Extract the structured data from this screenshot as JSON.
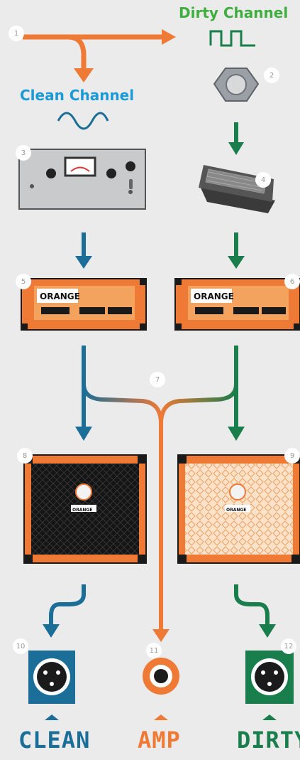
{
  "channels": {
    "dirty_title": "Dirty Channel",
    "clean_title": "Clean Channel"
  },
  "outputs": {
    "clean": "CLEAN",
    "amp": "AMP",
    "dirty": "DIRTY"
  },
  "brand": {
    "amp_logo": "ORANGE",
    "cab_logo": "ORANGE"
  },
  "badges": [
    "1",
    "2",
    "3",
    "4",
    "5",
    "6",
    "7",
    "8",
    "9",
    "10",
    "11",
    "12"
  ],
  "colors": {
    "orange": "#ee7a36",
    "clean_blue": "#1b6e97",
    "dirty_green": "#1a7d4c",
    "label_blue": "#1a9ad6",
    "label_green": "#3fae3f",
    "background": "#ebebeb"
  },
  "icons": {
    "dirty_wave": "square-wave-icon",
    "clean_wave": "sine-wave-icon",
    "switch": "footswitch-icon",
    "di_box": "di-box-icon",
    "pedal": "volume-pedal-icon",
    "amp": "amp-head-icon",
    "cab": "speaker-cabinet-icon",
    "xlr": "xlr-connector-icon",
    "jack": "jack-connector-icon"
  }
}
